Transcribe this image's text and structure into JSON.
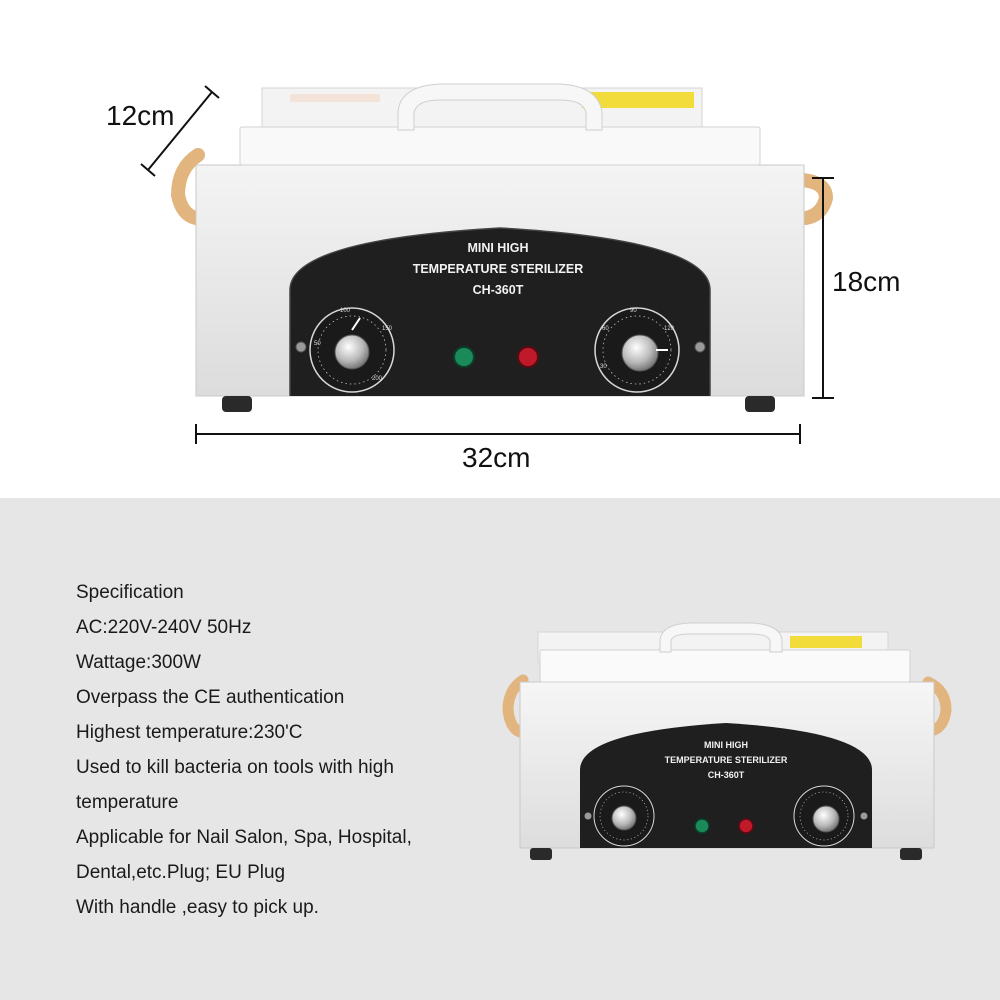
{
  "product": {
    "panel_line1": "MINI HIGH",
    "panel_line2": "TEMPERATURE STERILIZER",
    "panel_model": "CH-360T",
    "left_dial_ticks": [
      "50",
      "100",
      "150",
      "200"
    ],
    "right_dial_ticks": [
      "60",
      "90",
      "120",
      "30"
    ],
    "colors": {
      "body": "#efefef",
      "panel": "#1f1f1f",
      "handle_wood": "#e2b57f",
      "green_light": "#1a8a5a",
      "red_light": "#c0192a",
      "warning_label": "#f2dc3c"
    }
  },
  "dimensions": {
    "depth": "12cm",
    "height": "18cm",
    "width": "32cm"
  },
  "specs": {
    "title": "Specification",
    "lines": [
      "AC:220V-240V 50Hz",
      "Wattage:300W",
      "Overpass the CE authentication",
      "Highest temperature:230'C",
      "Used to kill bacteria on tools with high",
      "temperature",
      "Applicable for Nail Salon, Spa, Hospital,",
      "Dental,etc.Plug; EU Plug",
      "With handle ,easy to pick up."
    ]
  }
}
